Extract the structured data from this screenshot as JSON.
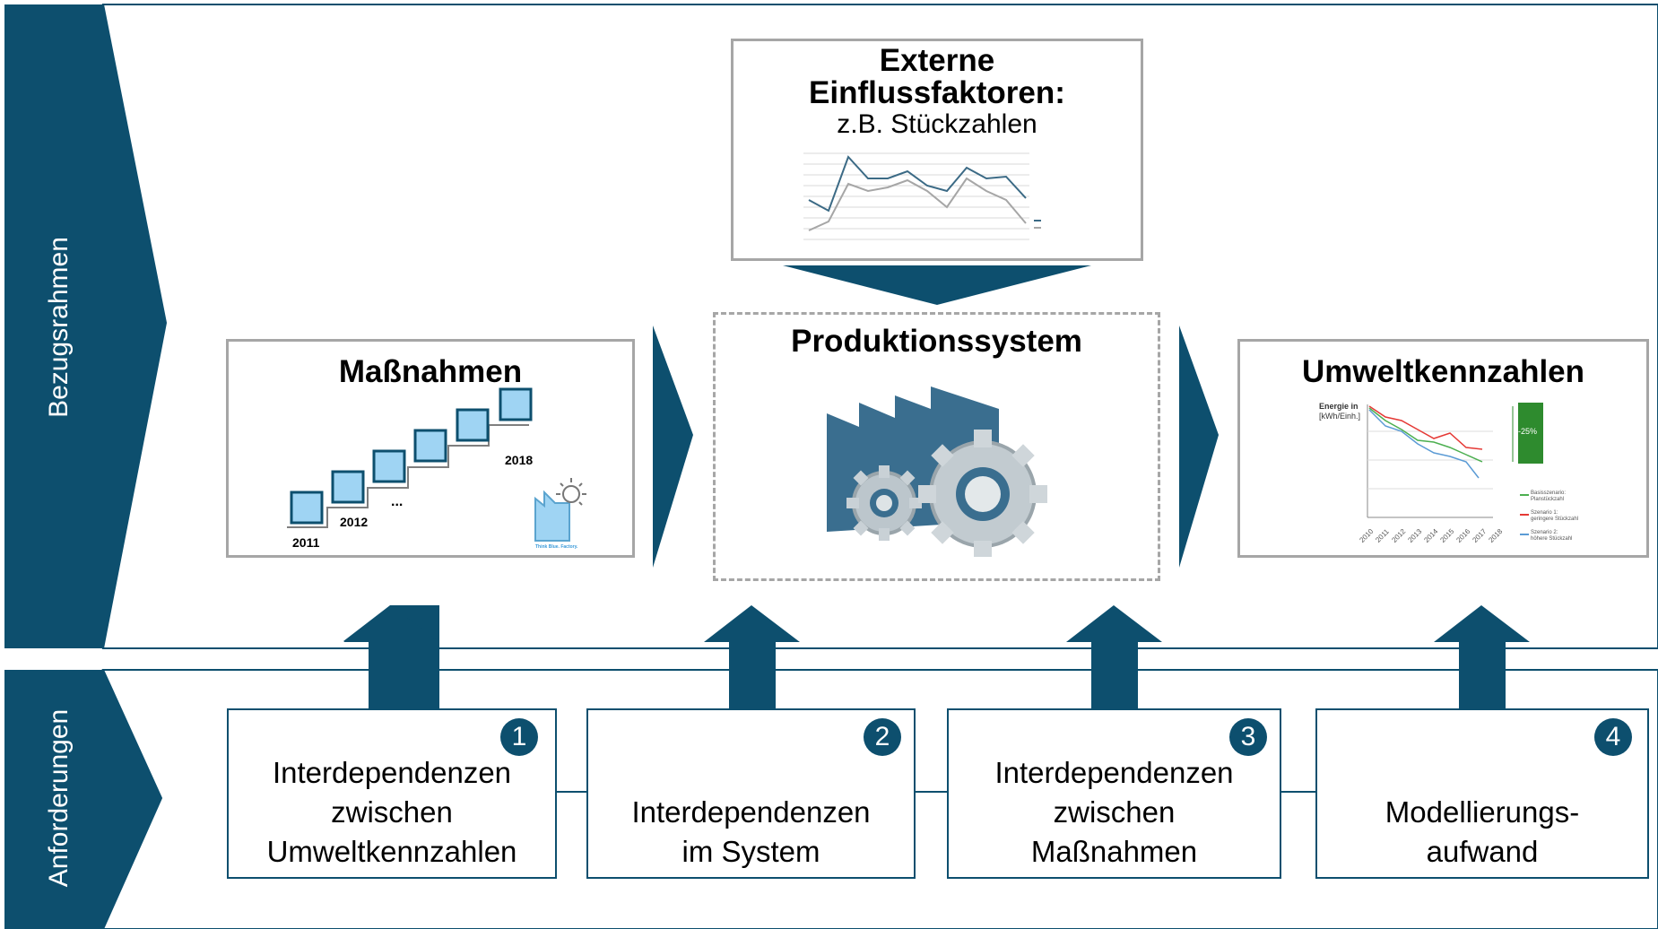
{
  "colors": {
    "primary": "#0d4f6e",
    "frame": "#a6a6a6",
    "square": "#9fd4f3",
    "gear": "#3a6e8f"
  },
  "sidebar": {
    "top_label": "Bezugsrahmen",
    "bottom_label": "Anforderungen"
  },
  "external": {
    "title_line1": "Externe",
    "title_line2": "Einflussfaktoren:",
    "subtitle": "z.B. Stückzahlen"
  },
  "measures": {
    "title": "Maßnahmen",
    "year_start": "2011",
    "year_second": "2012",
    "ellipsis": "...",
    "year_end": "2018",
    "logo_text": "Think Blue. Factory."
  },
  "production": {
    "title": "Produktionssystem",
    "icon": "factory-gears-icon"
  },
  "indicators": {
    "title": "Umweltkennzahlen",
    "ylabel_line1": "Energie in",
    "ylabel_line2": "[kWh/Einh.]",
    "reduction": "-25%",
    "legend": [
      {
        "line1": "Basisszenario:",
        "line2": "Planstückzahl",
        "color": "#4caf50"
      },
      {
        "line1": "Szenario 1:",
        "line2": "geringere Stückzahl",
        "color": "#e53935"
      },
      {
        "line1": "Szenario 2:",
        "line2": "höhere Stückzahl",
        "color": "#5b9bd5"
      }
    ],
    "years": [
      "2010",
      "2011",
      "2012",
      "2013",
      "2014",
      "2015",
      "2016",
      "2017",
      "2018"
    ]
  },
  "requirements": [
    {
      "number": "1",
      "text": "Interdependenzen zwischen Umweltkennzahlen",
      "lines": [
        "Interdependenzen",
        "zwischen",
        "Umweltkennzahlen"
      ]
    },
    {
      "number": "2",
      "text": "Interdependenzen im System",
      "lines": [
        "Interdependenzen",
        "im System"
      ]
    },
    {
      "number": "3",
      "text": "Interdependenzen zwischen Maßnahmen",
      "lines": [
        "Interdependenzen",
        "zwischen",
        "Maßnahmen"
      ]
    },
    {
      "number": "4",
      "text": "Modellierungs-aufwand",
      "lines": [
        "Modellierungs-",
        "aufwand"
      ]
    }
  ]
}
